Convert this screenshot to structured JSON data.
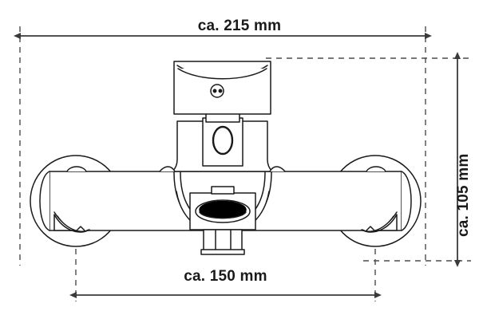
{
  "drawing": {
    "subject": "wall-mounted bath shower mixer tap front elevation",
    "title": "",
    "background_color": "#ffffff",
    "line_color": "#1a1a1a",
    "dim_line_color": "#3a3a3a",
    "dashed_color": "#4d4d4d",
    "outlet_fill": "#000000"
  },
  "dimensions": {
    "overall_width": {
      "label": "ca. 215 mm",
      "value": 215,
      "unit": "mm",
      "prefix": "ca.",
      "orientation": "horizontal",
      "position": "top"
    },
    "center_distance": {
      "label": "ca. 150 mm",
      "value": 150,
      "unit": "mm",
      "prefix": "ca.",
      "orientation": "horizontal",
      "position": "bottom"
    },
    "overall_height": {
      "label": "ca. 105 mm",
      "value": 105,
      "unit": "mm",
      "prefix": "ca.",
      "orientation": "vertical",
      "position": "right"
    }
  },
  "parts": {
    "lever_handle": "lever-handle",
    "temperature_indicator": "indicator-dot",
    "cartridge_neck": "cartridge-neck",
    "diverter_button": "diverter-oval",
    "body_tube": "horizontal-body-tube",
    "left_escutcheon": "left-wall-flange",
    "right_escutcheon": "right-wall-flange",
    "spout_outlet": "spout-aerator",
    "shower_connector": "shower-hose-connector"
  }
}
